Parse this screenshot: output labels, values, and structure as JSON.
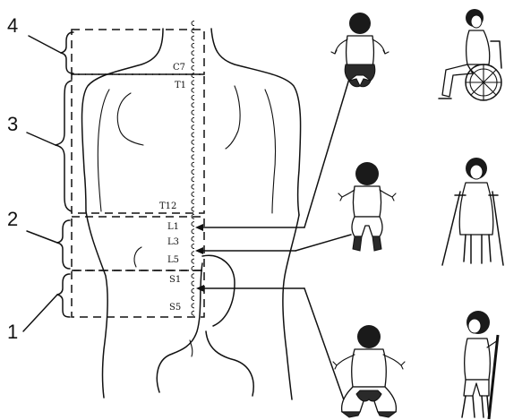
{
  "regions": [
    {
      "number": "4"
    },
    {
      "number": "3"
    },
    {
      "number": "2"
    },
    {
      "number": "1"
    }
  ],
  "vertebra_labels": [
    "C7",
    "T1",
    "T12",
    "L1",
    "L3",
    "L5",
    "S1",
    "S5"
  ],
  "pointers": [
    {
      "from": "L1",
      "to": "sitting-child-illustration"
    },
    {
      "from": "L5",
      "to": "crouching-child-illustration"
    },
    {
      "from": "S1",
      "to": "squatting-child-illustration"
    }
  ],
  "illustrations": [
    {
      "icon": "sitting-child-icon"
    },
    {
      "icon": "wheelchair-user-icon"
    },
    {
      "icon": "crouching-child-icon"
    },
    {
      "icon": "crutches-user-icon"
    },
    {
      "icon": "squatting-child-icon"
    },
    {
      "icon": "walking-stick-user-icon"
    }
  ]
}
